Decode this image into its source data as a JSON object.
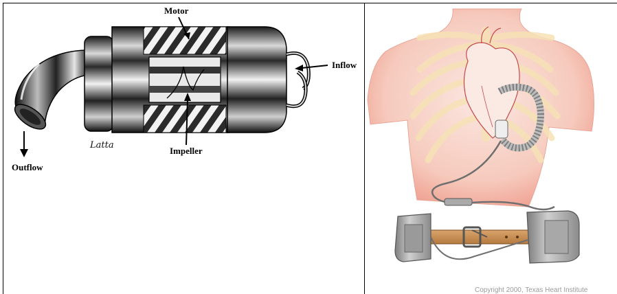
{
  "pump_diagram": {
    "labels": {
      "motor": "Motor",
      "inflow": "Inflow",
      "impeller": "Impeller",
      "outflow": "Outflow"
    },
    "signature": "Latta"
  },
  "implant_illustration": {
    "copyright": "Copyright 2000, Texas Heart Institute"
  }
}
